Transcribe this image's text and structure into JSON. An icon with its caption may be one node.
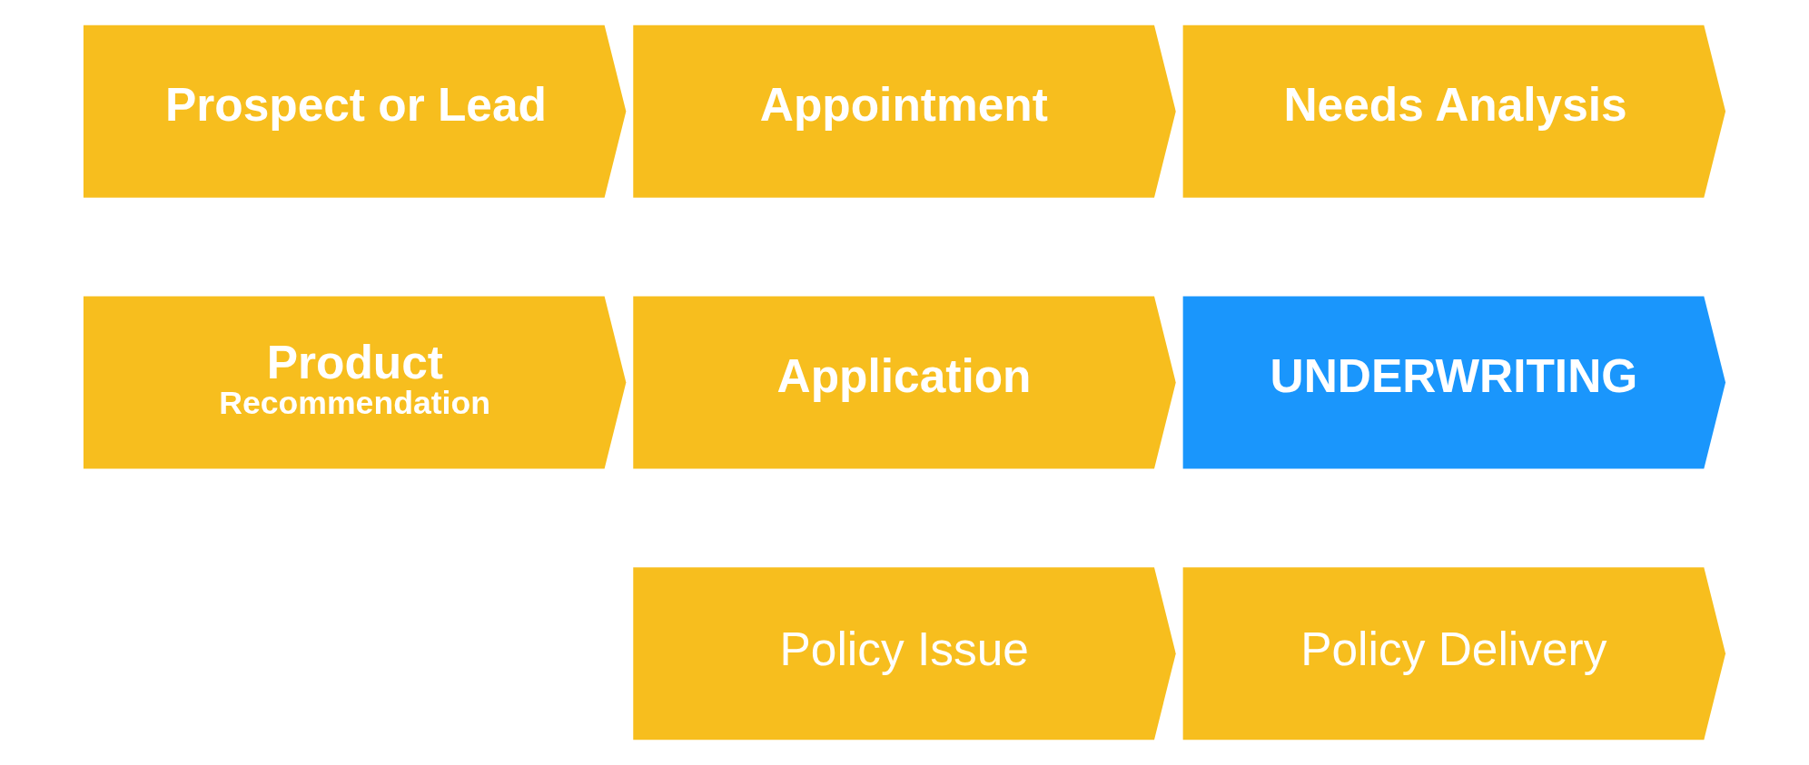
{
  "diagram": {
    "nodes": [
      {
        "text": [
          "Prospect or Lead"
        ]
      },
      {
        "text": [
          "Appointment"
        ]
      },
      {
        "text": [
          "Needs Analysis"
        ]
      },
      {
        "text": [
          "Product",
          "Recommendation"
        ]
      },
      {
        "text": [
          "Application"
        ]
      },
      {
        "text": [
          "UNDERWRITING"
        ]
      },
      {
        "text": [
          "Policy Issue"
        ]
      },
      {
        "text": [
          "Policy Delivery"
        ]
      }
    ]
  }
}
